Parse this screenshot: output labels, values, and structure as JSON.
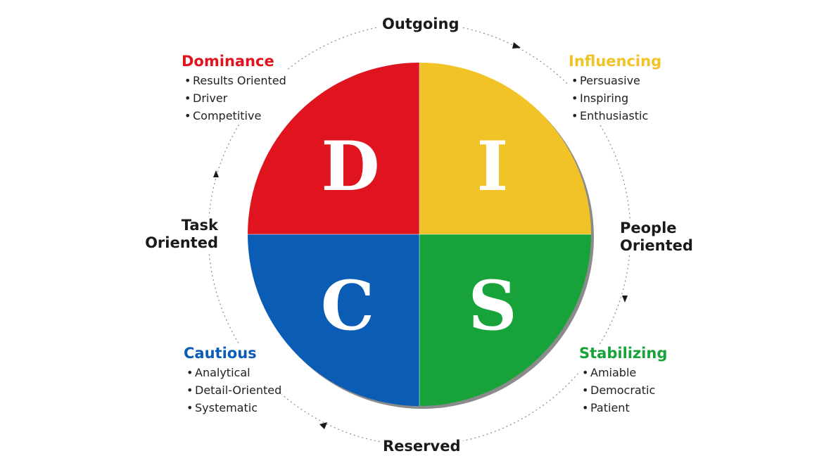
{
  "axes": {
    "top": "Outgoing",
    "bottom": "Reserved",
    "left_line1": "Task",
    "left_line2": "Oriented",
    "right_line1": "People",
    "right_line2": "Oriented"
  },
  "quadrants": {
    "d": {
      "letter": "D",
      "title": "Dominance",
      "color": "#e0141e",
      "traits": [
        "Results Oriented",
        "Driver",
        "Competitive"
      ]
    },
    "i": {
      "letter": "I",
      "title": "Influencing",
      "color": "#f2c326",
      "traits": [
        "Persuasive",
        "Inspiring",
        "Enthusiastic"
      ]
    },
    "s": {
      "letter": "S",
      "title": "Stabilizing",
      "color": "#17a33a",
      "traits": [
        "Amiable",
        "Democratic",
        "Patient"
      ]
    },
    "c": {
      "letter": "C",
      "title": "Cautious",
      "color": "#0b5cb5",
      "traits": [
        "Analytical",
        "Detail-Oriented",
        "Systematic"
      ]
    }
  },
  "bullet": "•"
}
